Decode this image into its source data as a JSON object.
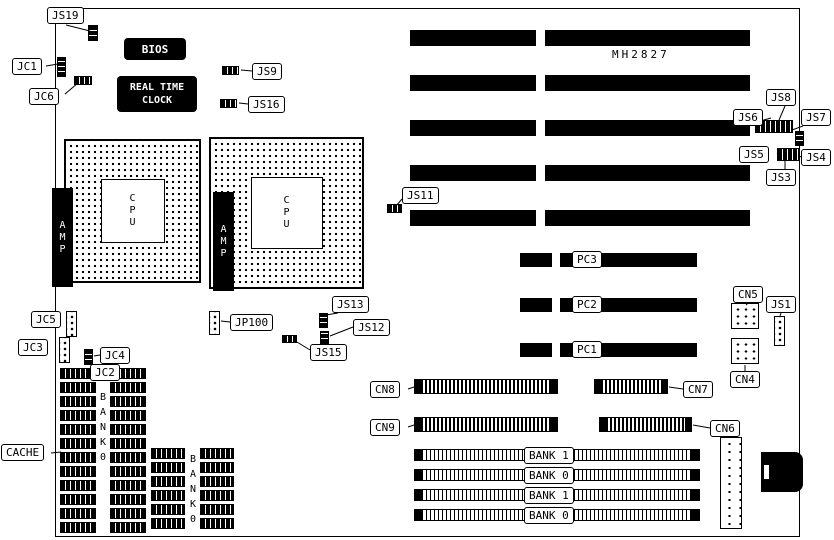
{
  "callouts": {
    "js19": "JS19",
    "jc1": "JC1",
    "jc6": "JC6",
    "js9": "JS9",
    "js16": "JS16",
    "js11": "JS11",
    "js8": "JS8",
    "js7": "JS7",
    "js6": "JS6",
    "js5": "JS5",
    "js4": "JS4",
    "js3": "JS3",
    "jp100": "JP100",
    "js13": "JS13",
    "js12": "JS12",
    "js15": "JS15",
    "jc5": "JC5",
    "jc3": "JC3",
    "jc4": "JC4",
    "jc2": "JC2",
    "cache": "CACHE",
    "cn4": "CN4",
    "cn5": "CN5",
    "cn6": "CN6",
    "cn7": "CN7",
    "cn8": "CN8",
    "cn9": "CN9",
    "js1": "JS1"
  },
  "chips": {
    "bios": "BIOS",
    "rtc_line1": "REAL TIME",
    "rtc_line2": "CLOCK",
    "board_id": "MH2827",
    "cpu": "CPU",
    "amp": "AMP"
  },
  "slots": {
    "pci": [
      "PC3",
      "PC2",
      "PC1"
    ],
    "simm_banks": [
      "BANK 1",
      "BANK 0",
      "BANK 1",
      "BANK 0"
    ],
    "dip_bank_vertical": "BANK0"
  }
}
